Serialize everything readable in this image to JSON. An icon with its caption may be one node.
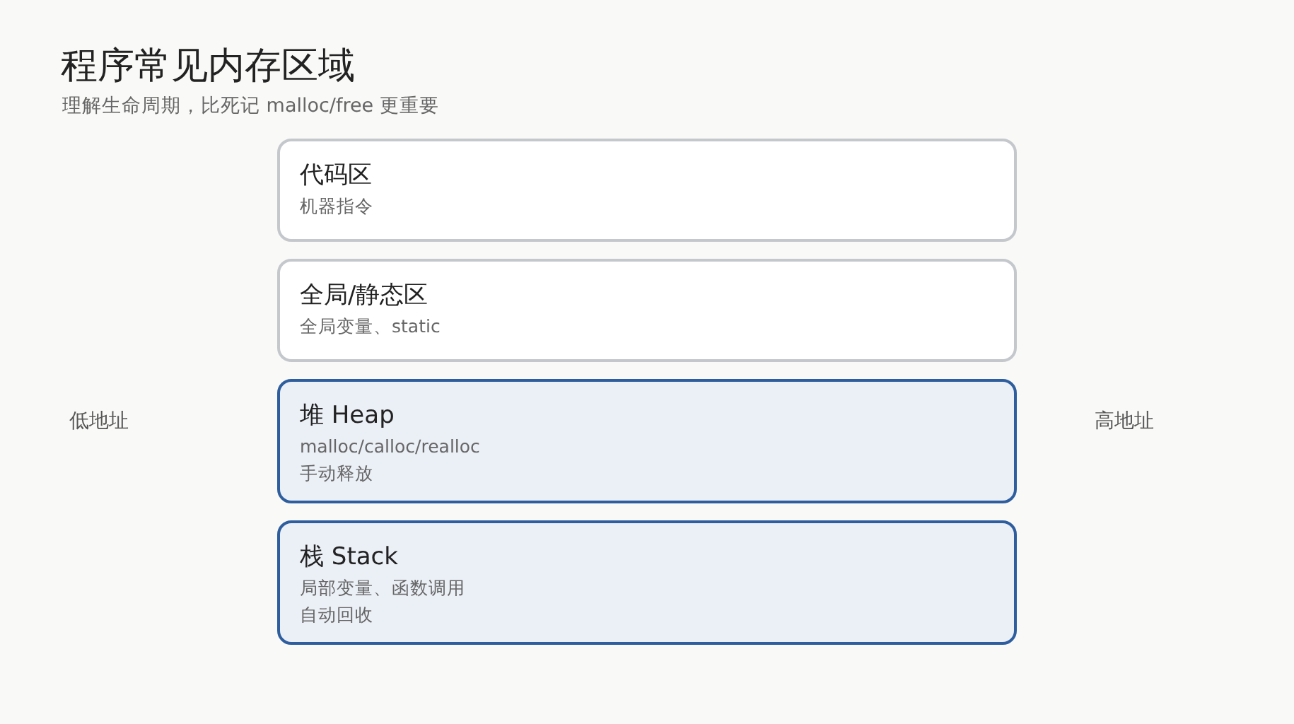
{
  "diagram": {
    "title": "程序常见内存区域",
    "nodes": [
      {
        "text": [
          "代码区",
          "机器指令"
        ]
      },
      {
        "text": [
          "全局/静态区",
          "全局变量、static"
        ]
      },
      {
        "text": [
          "堆 Heap",
          "malloc/calloc/realloc",
          "手动释放"
        ]
      },
      {
        "text": [
          "栈 Stack",
          "局部变量、函数调用",
          "自动回收"
        ]
      }
    ],
    "labels": [
      "理解生命周期，比死记 malloc/free 更重要",
      "低地址",
      "高地址"
    ]
  }
}
